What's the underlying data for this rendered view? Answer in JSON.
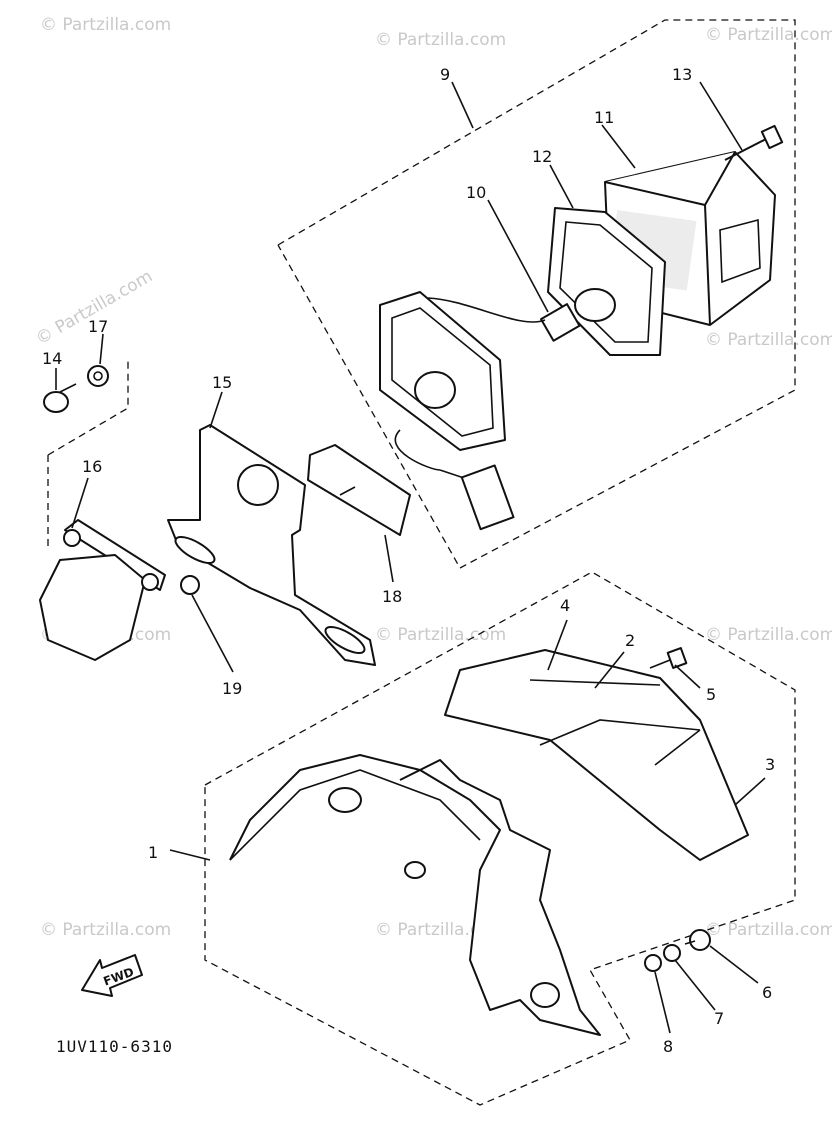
{
  "watermark": "© Partzilla.com",
  "diagram_code": "1UV110-6310",
  "fwd_label": "FWD",
  "callouts": {
    "p1": "1",
    "p2": "2",
    "p3": "3",
    "p4": "4",
    "p5": "5",
    "p6": "6",
    "p7": "7",
    "p8": "8",
    "p9": "9",
    "p10": "10",
    "p11": "11",
    "p12": "12",
    "p13": "13",
    "p14": "14",
    "p15": "15",
    "p16": "16",
    "p17": "17",
    "p18": "18",
    "p19": "19"
  }
}
